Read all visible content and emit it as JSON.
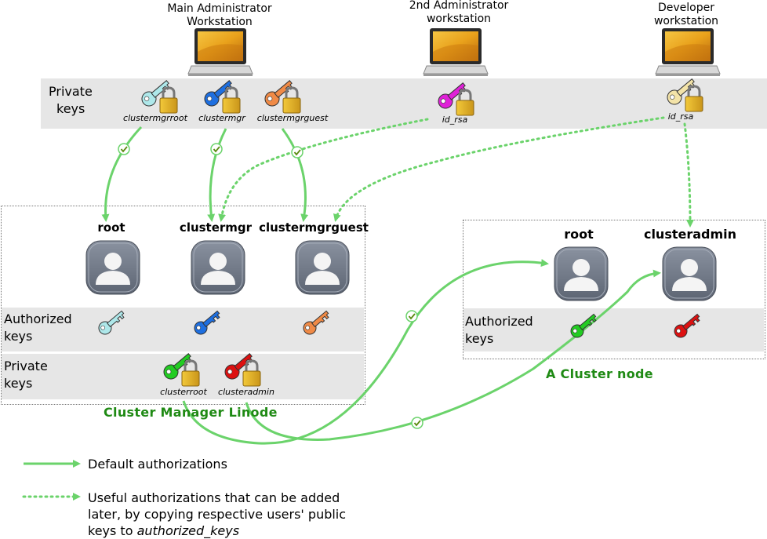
{
  "workstations": [
    {
      "line1": "Main Administrator",
      "line2": "Workstation"
    },
    {
      "line1": "2nd Administrator",
      "line2": "workstation"
    },
    {
      "line1": "Developer",
      "line2": "workstation"
    }
  ],
  "top_band": {
    "label_line1": "Private",
    "label_line2": "keys",
    "keys": [
      {
        "name": "clustermgrroot",
        "color": "#aee8ea"
      },
      {
        "name": "clustermgr",
        "color": "#1e6fe0"
      },
      {
        "name": "clustermgrguest",
        "color": "#f08a46"
      },
      {
        "name": "id_rsa",
        "color": "#e020d8"
      },
      {
        "name": "id_rsa",
        "color": "#f3e3a8"
      }
    ]
  },
  "manager": {
    "title": "Cluster Manager Linode",
    "users": [
      "root",
      "clustermgr",
      "clustermgrguest"
    ],
    "authorized_label_line1": "Authorized",
    "authorized_label_line2": "keys",
    "authorized_keys": [
      "#aee8ea",
      "#1e6fe0",
      "#f08a46"
    ],
    "private_label_line1": "Private",
    "private_label_line2": "keys",
    "private_keys": [
      {
        "name": "clusterroot",
        "color": "#22cc22"
      },
      {
        "name": "clusteradmin",
        "color": "#dd1111"
      }
    ]
  },
  "node": {
    "title": "A Cluster node",
    "users": [
      "root",
      "clusteradmin"
    ],
    "authorized_label_line1": "Authorized",
    "authorized_label_line2": "keys",
    "authorized_keys": [
      "#22cc22",
      "#dd1111"
    ]
  },
  "legend": {
    "solid": "Default authorizations",
    "dotted_line1": "Useful authorizations that can be added",
    "dotted_line2": "later, by copying respective users' public",
    "dotted_line3_prefix": "keys to ",
    "dotted_line3_italic": "authorized_keys"
  },
  "colors": {
    "arrow": "#6bd36b",
    "title_green": "#1f8a14",
    "band": "#e6e6e6",
    "avatar": "#7a8290"
  }
}
